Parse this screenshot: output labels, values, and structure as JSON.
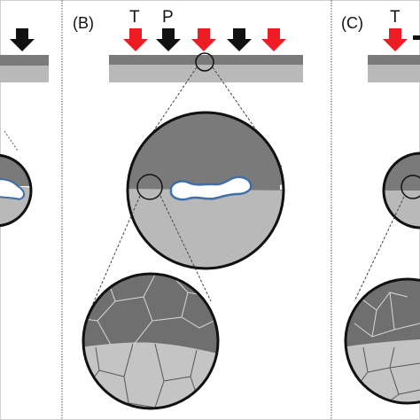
{
  "figure": {
    "panels": [
      {
        "id": "A",
        "label": ""
      },
      {
        "id": "B",
        "label": "(B)",
        "arrow_labels": [
          "T",
          "P"
        ]
      },
      {
        "id": "C",
        "label": "(C)",
        "arrow_labels": [
          "T"
        ]
      }
    ]
  },
  "colors": {
    "arrow_red": "#ee1c24",
    "arrow_black": "#111111",
    "layer_dark": "#7a7a7a",
    "layer_light": "#b9b9b9",
    "grain_dark": "#6f6f6f",
    "grain_light": "#c4c4c4",
    "crack_fill": "#ffffff",
    "crack_edge": "#3f6fa8",
    "divider": "#555555"
  },
  "icons": {
    "arrow": "down-arrow-icon",
    "magnifier": "zoom-circle"
  }
}
